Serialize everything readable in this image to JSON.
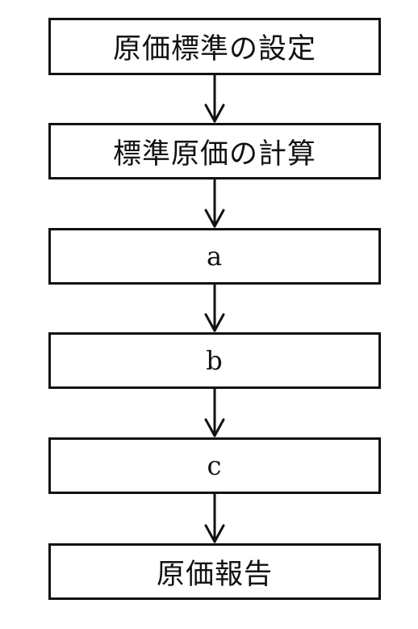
{
  "flowchart": {
    "steps": [
      {
        "label": "原価標準の設定"
      },
      {
        "label": "標準原価の計算"
      },
      {
        "label": "a"
      },
      {
        "label": "b"
      },
      {
        "label": "c"
      },
      {
        "label": "原価報告"
      }
    ]
  },
  "colors": {
    "line": "#111111",
    "background": "#ffffff"
  }
}
